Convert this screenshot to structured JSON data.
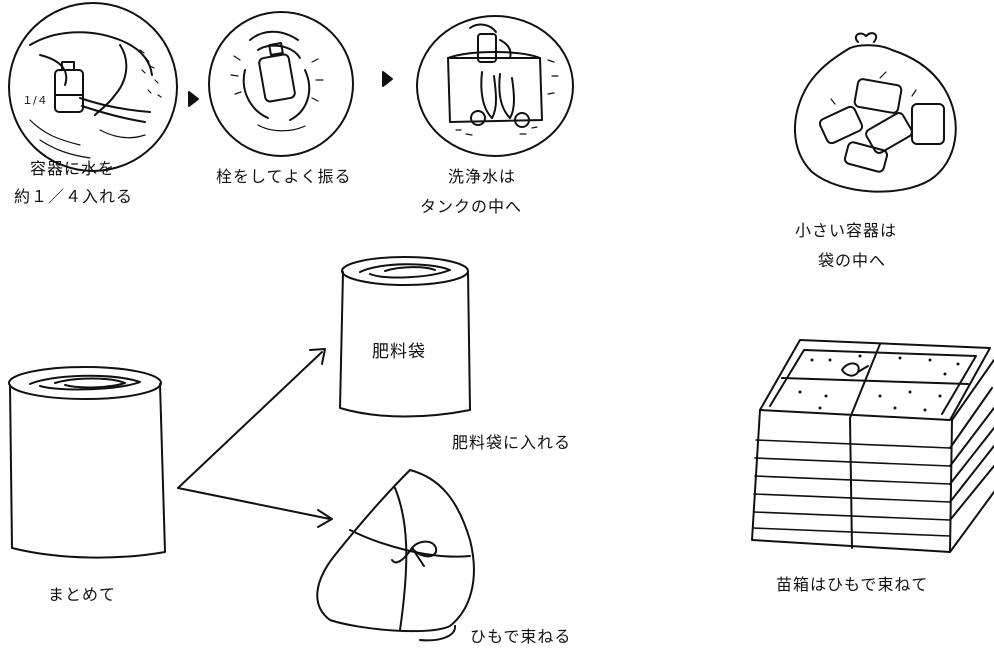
{
  "steps": [
    {
      "label_line1": "容器に水を",
      "label_line2": "約１／４入れる",
      "icon": "container-fill-water"
    },
    {
      "label_line1": "栓をしてよく振る",
      "icon": "shake-container"
    },
    {
      "label_line1": "洗浄水は",
      "label_line2": "タンクの中へ",
      "icon": "pour-into-tank"
    }
  ],
  "small_containers": {
    "line1": "小さい容器は",
    "line2": "袋の中へ",
    "icon": "bag-of-containers"
  },
  "bundle": {
    "roll_label": "まとめて",
    "bag_text": "肥料袋",
    "bag_caption": "肥料袋に入れる",
    "tie_caption": "ひもで束ねる"
  },
  "seedling_box": {
    "caption": "苗箱はひもで束ねて",
    "icon": "stacked-seedling-boxes"
  },
  "measure_mark": "１/４",
  "colors": {
    "ink": "#111111",
    "background": "#ffffff"
  }
}
